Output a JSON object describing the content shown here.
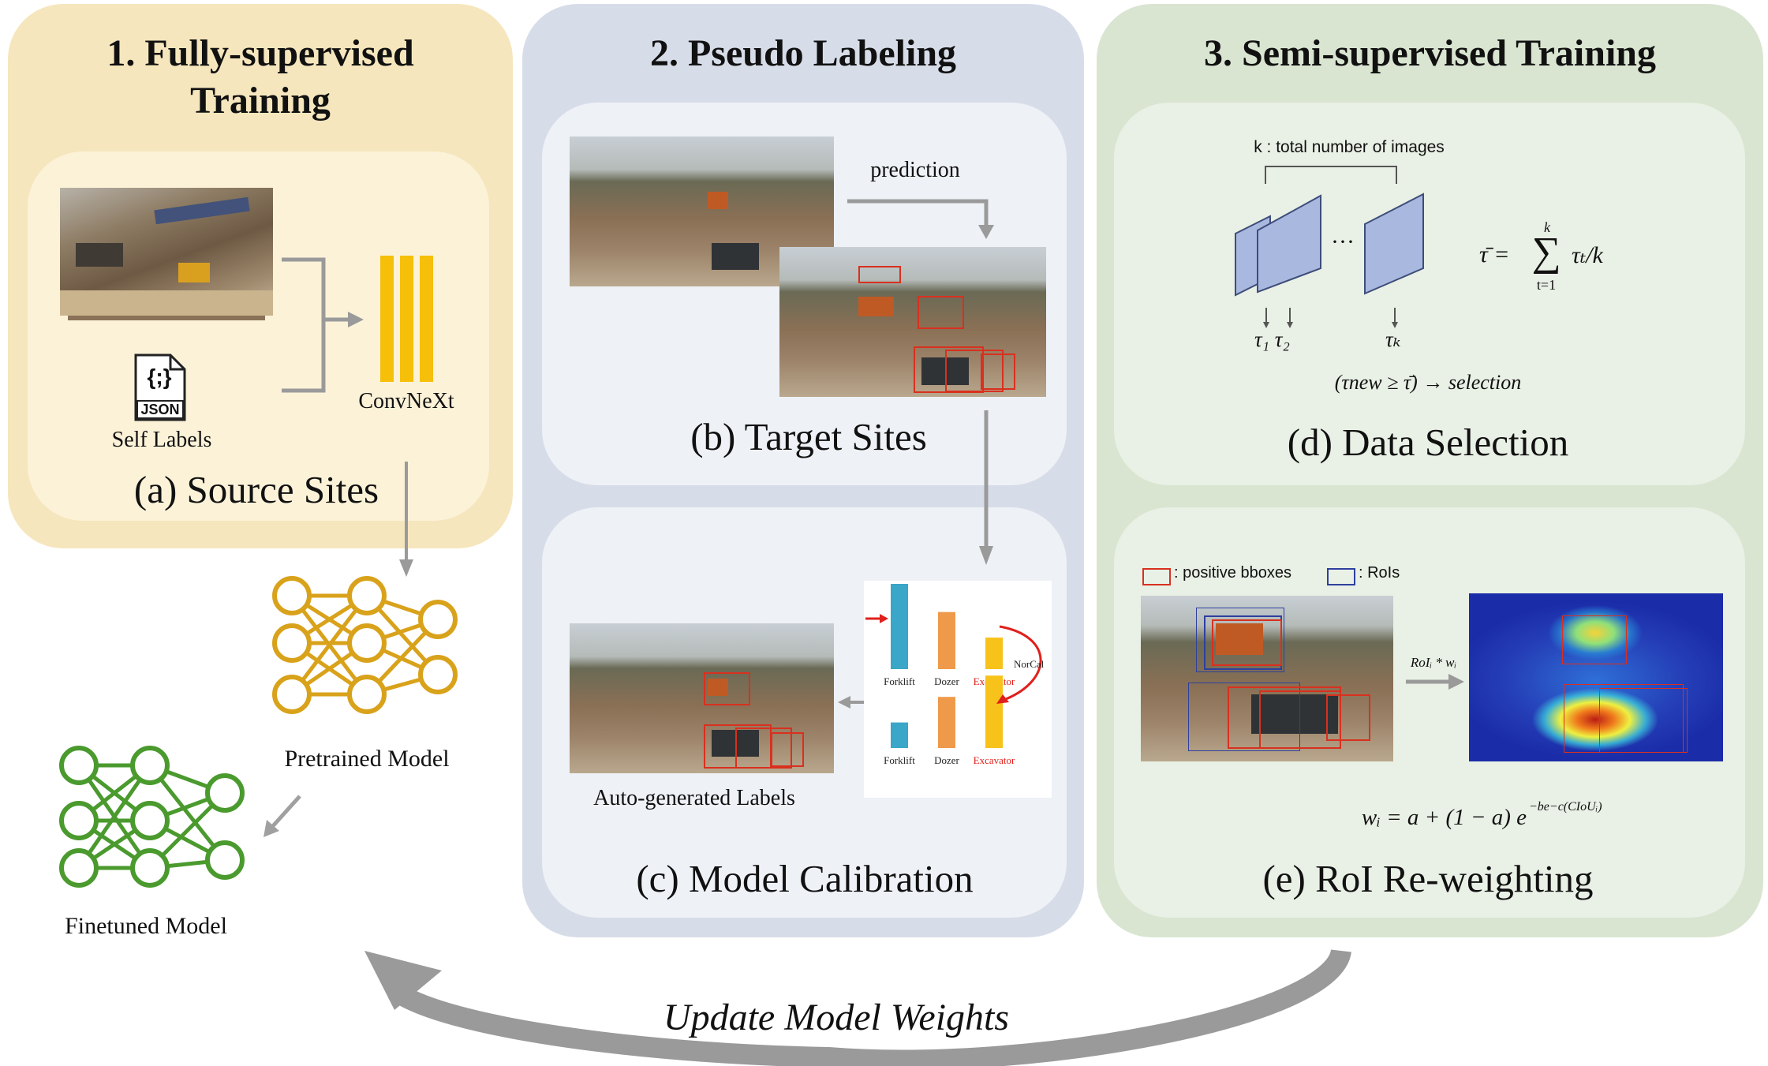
{
  "panels": {
    "p1": {
      "title": "1. Fully-supervised Training",
      "color": "#f6e6bd",
      "inner_color": "#fbf2d8"
    },
    "p2": {
      "title": "2. Pseudo Labeling",
      "color": "#d7dde8",
      "inner_color": "#eef1f6"
    },
    "p3": {
      "title": "3. Semi-supervised  Training",
      "color": "#d9e5d1",
      "inner_color": "#e9f0e5"
    }
  },
  "source_sites": {
    "caption": "(a) Source Sites",
    "json_icon_text": "JSON",
    "json_brace_text": "{;}",
    "self_labels": "Self Labels",
    "backbone": "ConvNeXt",
    "backbone_color": "#f5bf0a"
  },
  "models": {
    "pretrained": "Pretrained Model",
    "finetuned": "Finetuned Model",
    "pretrained_color": "#d9a21b",
    "finetuned_color": "#4a9a2e"
  },
  "target_sites": {
    "caption": "(b) Target Sites",
    "prediction": "prediction"
  },
  "calibration": {
    "caption": "(c) Model Calibration",
    "auto_labels": "Auto-generated Labels",
    "norcal": "NorCal",
    "chart_top": {
      "categories": [
        "Forklift",
        "Dozer",
        "Excavator"
      ],
      "values": [
        1.0,
        0.67,
        0.37
      ]
    },
    "chart_bottom": {
      "categories": [
        "Forklift",
        "Dozer",
        "Excavator"
      ],
      "values": [
        0.3,
        0.6,
        0.85
      ]
    },
    "bar_colors": [
      "#3aa6c8",
      "#ef9a4a",
      "#f7c21a"
    ],
    "highlight_color": "#e0201b"
  },
  "data_selection": {
    "caption": "(d) Data Selection",
    "k_label": "k : total number of images",
    "ellipsis": "···",
    "tau1": "τ₁ τ₂",
    "tauk": "τₖ",
    "formula_lhs": "τ̄ =",
    "sum_top": "k",
    "sum_sym": "∑",
    "sum_bottom": "t=1",
    "formula_rhs": "τₜ/k",
    "selection_rule": "(τnew ≥ τ̄) → selection"
  },
  "reweighting": {
    "caption": "(e) RoI Re-weighting",
    "legend_pos": ": positive bboxes",
    "legend_rois": ": RoIs",
    "arrow_label": "RoIᵢ * wᵢ",
    "formula": "wᵢ = a + (1 − a) e",
    "formula_exp": "−be−c(CIoUᵢ)",
    "pos_color": "#d9301f",
    "roi_color": "#2e3f9e"
  },
  "footer": {
    "update_label": "Update Model Weights"
  }
}
